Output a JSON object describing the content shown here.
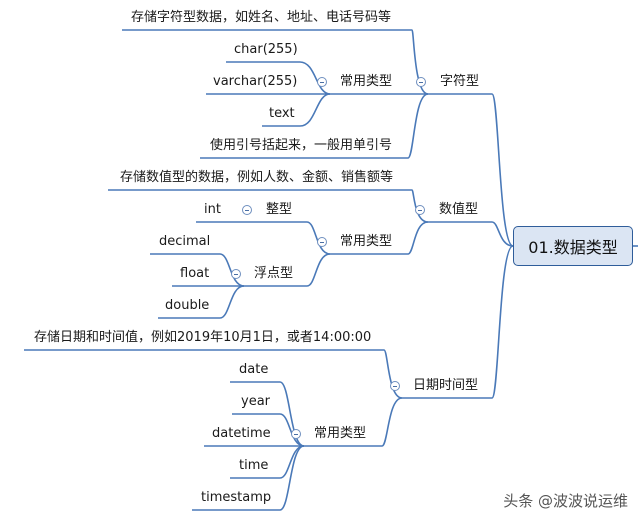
{
  "root": {
    "label": "01.数据类型"
  },
  "char_type": {
    "label": "字符型",
    "desc": "存储字符型数据，如姓名、地址、电话号码等",
    "common": {
      "label": "常用类型",
      "items": [
        "char(255)",
        "varchar(255)",
        "text"
      ]
    },
    "quote_note": "使用引号括起来，一般用单引号"
  },
  "numeric_type": {
    "label": "数值型",
    "desc": "存储数值型的数据，例如人数、金额、销售额等",
    "common": {
      "label": "常用类型",
      "integer": {
        "label": "整型",
        "items": [
          "int"
        ]
      },
      "float": {
        "label": "浮点型",
        "items": [
          "decimal",
          "float",
          "double"
        ]
      }
    }
  },
  "datetime_type": {
    "label": "日期时间型",
    "desc": "存储日期和时间值，例如2019年10月1日，或者14:00:00",
    "common": {
      "label": "常用类型",
      "items": [
        "date",
        "year",
        "datetime",
        "time",
        "timestamp"
      ]
    }
  },
  "watermark": "头条 @波波说运维",
  "colors": {
    "line": "#4a79b8",
    "node_fill": "#dbe5f3",
    "node_border": "#2f5d9a"
  }
}
